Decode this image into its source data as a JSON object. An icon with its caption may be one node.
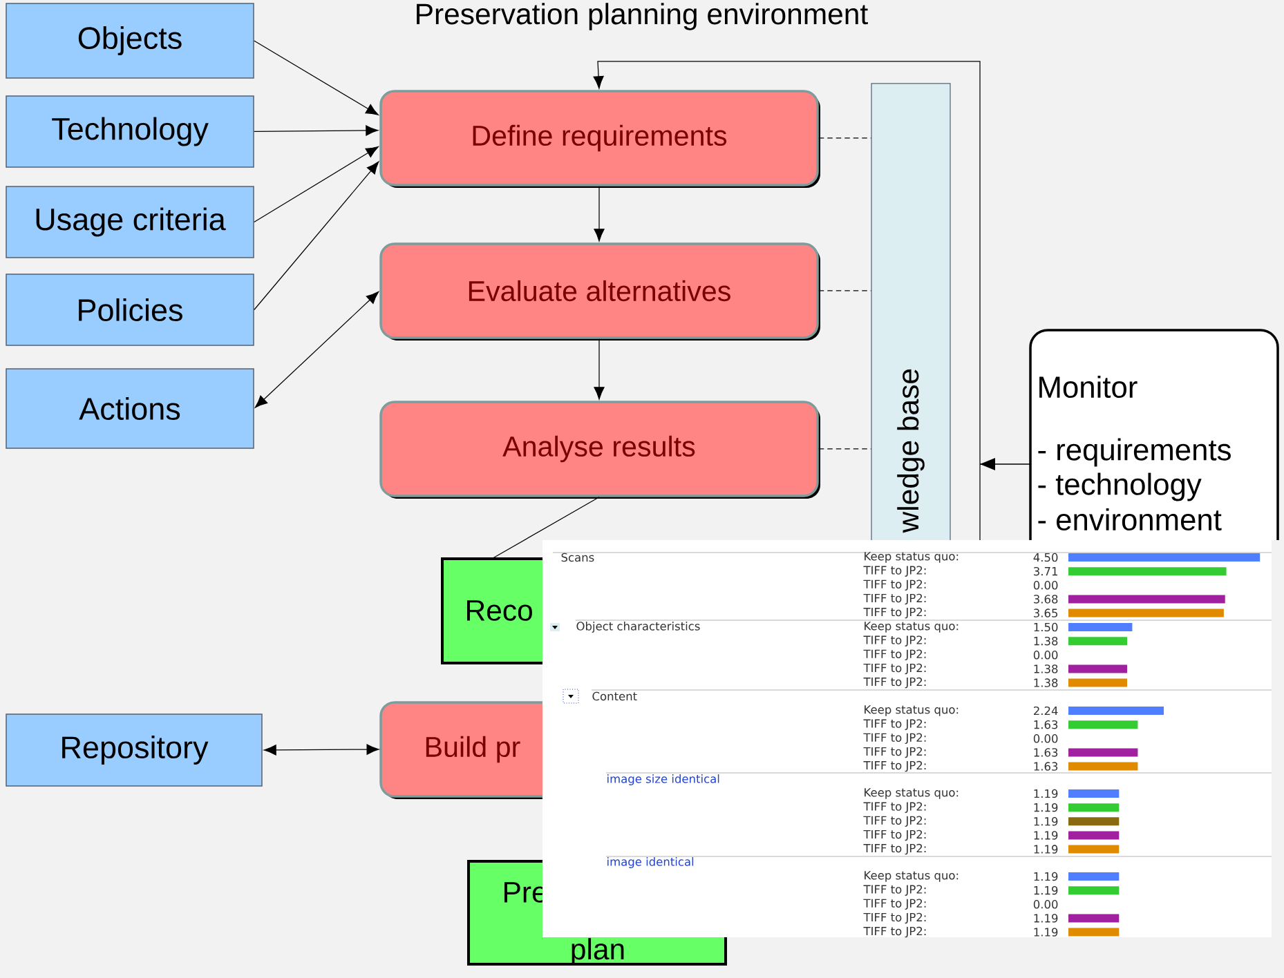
{
  "diagram": {
    "title": "Preservation planning environment",
    "nodes": [
      {
        "text": [
          "Objects"
        ]
      },
      {
        "text": [
          "Technology"
        ]
      },
      {
        "text": [
          "Usage criteria"
        ]
      },
      {
        "text": [
          "Policies"
        ]
      },
      {
        "text": [
          "Actions"
        ]
      },
      {
        "text": [
          "Define requirements"
        ]
      },
      {
        "text": [
          "Evaluate alternatives"
        ]
      },
      {
        "text": [
          "Analyse results"
        ]
      },
      {
        "text": [
          "wledge base"
        ]
      },
      {
        "text": [
          "Monitor",
          "- requirements",
          "- technology",
          "- environment"
        ]
      },
      {
        "text": [
          "Reco"
        ]
      },
      {
        "text": [
          "Repository"
        ]
      },
      {
        "text": [
          "Build pr"
        ]
      },
      {
        "text": [
          "Pre",
          "plan"
        ]
      }
    ],
    "edges": [
      {
        "from": 0,
        "to": 5,
        "arrow": "to"
      },
      {
        "from": 1,
        "to": 5,
        "arrow": "to"
      },
      {
        "from": 2,
        "to": 5,
        "arrow": "to"
      },
      {
        "from": 3,
        "to": 5,
        "arrow": "to"
      },
      {
        "from": 4,
        "to": 6,
        "arrow": "both"
      },
      {
        "from": 5,
        "to": 6,
        "arrow": "to"
      },
      {
        "from": 6,
        "to": 7,
        "arrow": "to"
      },
      {
        "from": 7,
        "to": 10,
        "arrow": "none"
      },
      {
        "from": 5,
        "to": 8,
        "arrow": "none",
        "style": "dashed"
      },
      {
        "from": 6,
        "to": 8,
        "arrow": "none",
        "style": "dashed"
      },
      {
        "from": 7,
        "to": 8,
        "arrow": "none",
        "style": "dashed"
      },
      {
        "from": 9,
        "to": 5,
        "arrow": "to"
      },
      {
        "from": 11,
        "to": 12,
        "arrow": "both"
      }
    ],
    "labels": [
      "Scans",
      "Keep status quo:",
      "4.50",
      "TIFF to JP2:",
      "3.71",
      "TIFF to JP2:",
      "0.00",
      "TIFF to JP2:",
      "3.68",
      "TIFF to JP2:",
      "3.65",
      "Object characteristics",
      "Keep status quo:",
      "1.50",
      "TIFF to JP2:",
      "1.38",
      "TIFF to JP2:",
      "0.00",
      "TIFF to JP2:",
      "1.38",
      "TIFF to JP2:",
      "1.38",
      "Content",
      "Keep status quo:",
      "2.24",
      "TIFF to JP2:",
      "1.63",
      "TIFF to JP2:",
      "0.00",
      "TIFF to JP2:",
      "1.63",
      "TIFF to JP2:",
      "1.63",
      "image size identical",
      "Keep status quo:",
      "1.19",
      "TIFF to JP2:",
      "1.19",
      "TIFF to JP2:",
      "1.19",
      "TIFF to JP2:",
      "1.19",
      "TIFF to JP2:",
      "1.19",
      "image identical",
      "Keep status quo:",
      "1.19",
      "TIFF to JP2:",
      "1.19",
      "TIFF to JP2:",
      "0.00",
      "TIFF to JP2:",
      "1.19",
      "TIFF to JP2:",
      "1.19"
    ]
  }
}
